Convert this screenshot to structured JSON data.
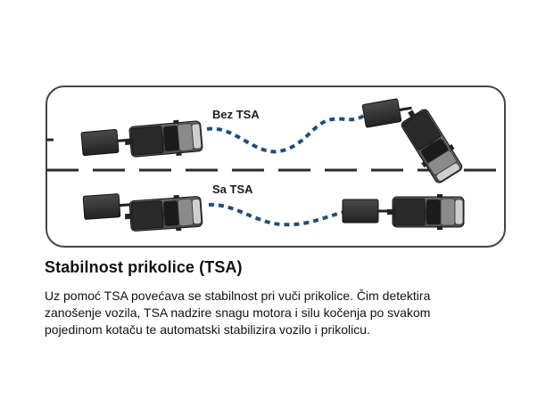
{
  "diagram": {
    "label_without": "Bez TSA",
    "label_with": "Sa TSA"
  },
  "text": {
    "title": "Stabilnost prikolice (TSA)",
    "description": "Uz pomoć TSA povećava se stabilnost pri vuči prikolice. Čim detektira zanošenje vozila, TSA nadzire snagu motora i silu kočenja po svakom pojedinom kotaču te automatski stabilizira vozilo i prikolicu."
  },
  "colors": {
    "path": "#1f4e79",
    "road_border": "#444444",
    "lane_marking": "#2b2b2b",
    "vehicle": "#3a3a3a"
  }
}
